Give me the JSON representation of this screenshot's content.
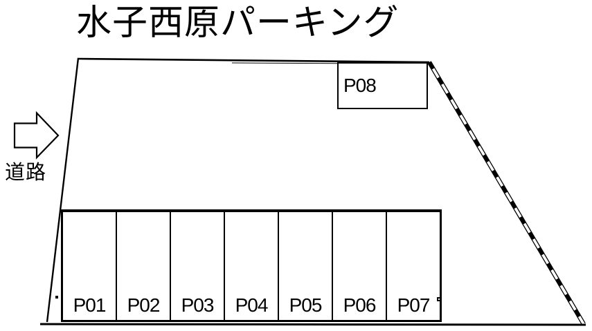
{
  "title": "水子西原パーキング",
  "legend": {
    "road_label": "道路",
    "arrow_direction": "right"
  },
  "lot": {
    "upper_stall": {
      "label": "P08"
    },
    "row_stalls": [
      {
        "label": "P01"
      },
      {
        "label": "P02"
      },
      {
        "label": "P03"
      },
      {
        "label": "P04"
      },
      {
        "label": "P05"
      },
      {
        "label": "P06"
      },
      {
        "label": "P07"
      }
    ]
  },
  "colors": {
    "line": "#000000",
    "background": "#ffffff"
  },
  "icons": [
    {
      "name": "road-direction-arrow-icon",
      "shape": "right-arrow-outline"
    }
  ]
}
